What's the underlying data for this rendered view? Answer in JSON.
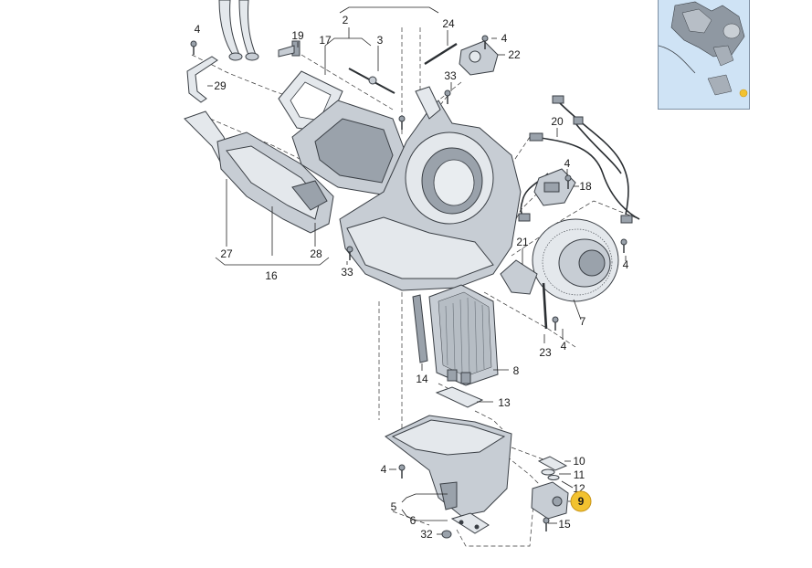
{
  "labels": {
    "p2": "2",
    "p3": "3",
    "p4a": "4",
    "p4b": "4",
    "p4c": "4",
    "p4d": "4",
    "p4e": "4",
    "p4f": "4",
    "p5": "5",
    "p6": "6",
    "p7": "7",
    "p8": "8",
    "p9": "9",
    "p10": "10",
    "p11": "11",
    "p12": "12",
    "p13": "13",
    "p14": "14",
    "p15": "15",
    "p16": "16",
    "p17": "17",
    "p18": "18",
    "p19": "19",
    "p20": "20",
    "p21": "21",
    "p22": "22",
    "p23": "23",
    "p24": "24",
    "p27": "27",
    "p28": "28",
    "p29": "29",
    "p32": "32",
    "p33a": "33",
    "p33b": "33"
  },
  "highlighted_part": "9",
  "colors": {
    "highlight": "#f2c230",
    "thumbnail_bg": "#cfe3f5"
  }
}
